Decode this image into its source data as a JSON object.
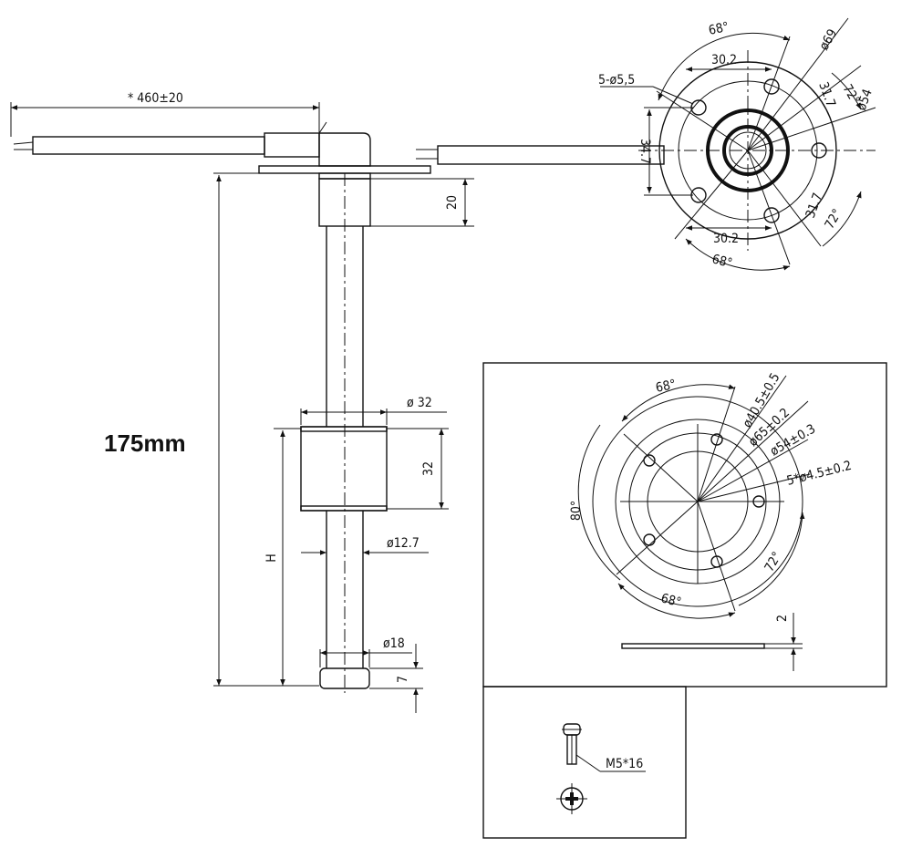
{
  "side_view": {
    "cable_length": "* 460±20",
    "flange_height": "20",
    "float_diameter": "ø 32",
    "float_height": "32",
    "tube_diameter": "ø12.7",
    "height_label": "H",
    "foot_diameter": "ø18",
    "foot_height": "7",
    "overall_length": "175mm"
  },
  "top_view": {
    "holes": "5-ø5,5",
    "angle_top": "68°",
    "chord_top": "30.2",
    "outer_diameter": "ø69",
    "angle_right_top": "72°",
    "dist_right_top": "31.7",
    "bolt_circle": "ø54",
    "cable_offset": "34.7",
    "dist_right_bottom": "31.7",
    "angle_right_bottom": "72°",
    "chord_bottom": "30.2",
    "angle_bottom": "68°"
  },
  "template_view": {
    "angle_top": "68°",
    "hole_circle_inner": "ø40.5±0.5",
    "outer_circle": "ø65±0.2",
    "bolt_circle": "ø54±0.3",
    "holes": "5*ø4.5±0.2",
    "angle_left": "80°",
    "angle_right": "72°",
    "angle_bottom": "68°",
    "gasket_thickness": "2"
  },
  "screw_view": {
    "screw": "M5*16"
  }
}
